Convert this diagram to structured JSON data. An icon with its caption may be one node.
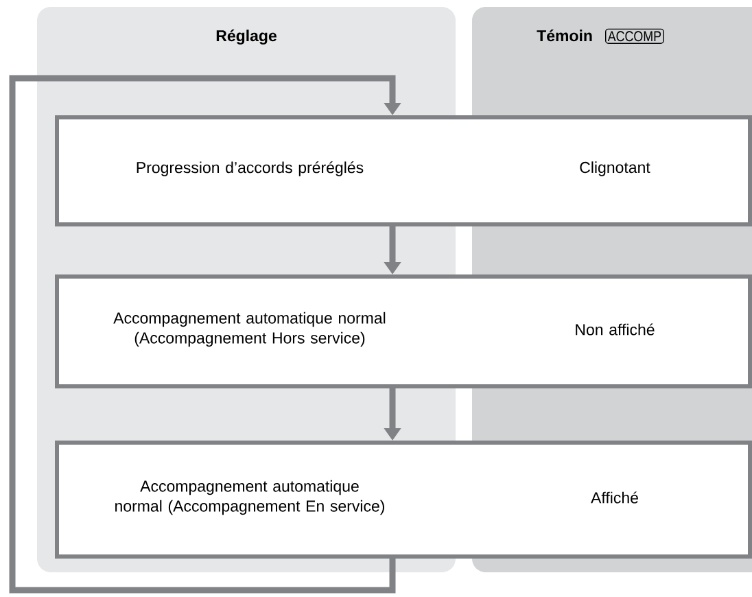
{
  "diagram": {
    "nodes": [
      {
        "text": [
          "Progression d’accords préréglés",
          "Clignotant"
        ]
      },
      {
        "text": [
          "Accompagnement automatique normal (Accompagnement Hors service)",
          "Non affiché"
        ]
      },
      {
        "text": [
          "Accompagnement automatique normal (Accompagnement En service)",
          "Affiché"
        ]
      }
    ],
    "edges": [
      {
        "from": 0,
        "to": 1,
        "arrow": "to"
      },
      {
        "from": 1,
        "to": 2,
        "arrow": "to"
      },
      {
        "from": 2,
        "to": 0,
        "arrow": "to"
      }
    ],
    "labels": [
      "Réglage",
      "Témoin",
      "ACCOMP"
    ]
  }
}
